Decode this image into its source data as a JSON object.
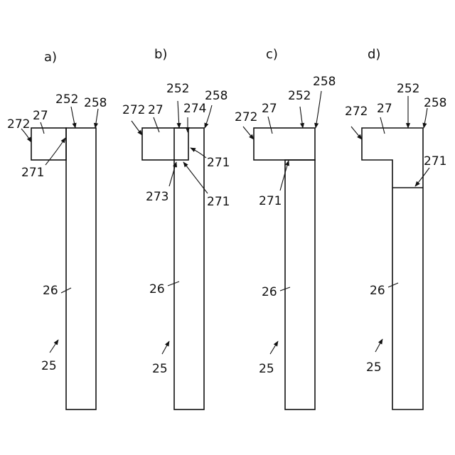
{
  "panels": [
    {
      "id": "a",
      "title": "a)",
      "labels": {
        "l272": "272",
        "l27": "27",
        "l252": "252",
        "l258": "258",
        "l271": "271",
        "l26": "26",
        "l25": "25"
      }
    },
    {
      "id": "b",
      "title": "b)",
      "labels": {
        "l272": "272",
        "l27": "27",
        "l252": "252",
        "l274": "274",
        "l258": "258",
        "l271a": "271",
        "l273": "273",
        "l271b": "271",
        "l26": "26",
        "l25": "25"
      }
    },
    {
      "id": "c",
      "title": "c)",
      "labels": {
        "l272": "272",
        "l27": "27",
        "l252": "252",
        "l258": "258",
        "l271": "271",
        "l26": "26",
        "l25": "25"
      }
    },
    {
      "id": "d",
      "title": "d)",
      "labels": {
        "l272": "272",
        "l27": "27",
        "l252": "252",
        "l258": "258",
        "l271": "271",
        "l26": "26",
        "l25": "25"
      }
    }
  ]
}
